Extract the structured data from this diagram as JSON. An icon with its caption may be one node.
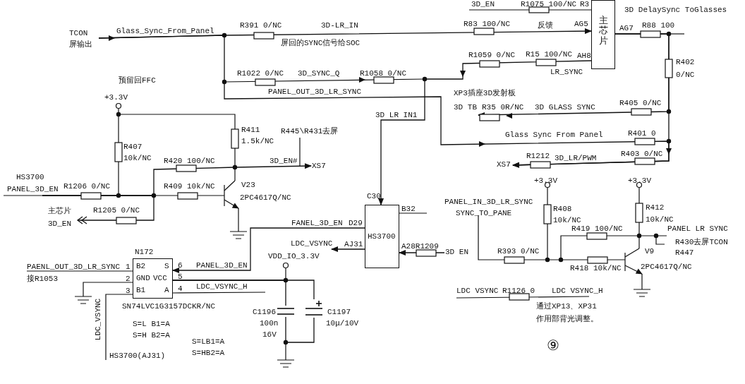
{
  "diagram": {
    "nodes": [
      {
        "text": [
          "主芯片"
        ]
      },
      {
        "text": [
          "TCON",
          "屏输出"
        ]
      },
      {
        "text": [
          "3D TB"
        ]
      },
      {
        "text": [
          "XS7"
        ]
      },
      {
        "text": [
          "XS7"
        ]
      },
      {
        "text": [
          "HS3700",
          "PANEL_3D_EN"
        ]
      },
      {
        "text": [
          "HS3700"
        ]
      },
      {
        "text": [
          "LDC_VSYNC"
        ]
      },
      {
        "text": [
          "3D EN"
        ]
      },
      {
        "text": [
          "N172",
          "B2",
          "GND",
          "B1",
          "S",
          "VCC",
          "A"
        ],
        "beside": [
          "SN74LVC1G3157DCKR/NC"
        ]
      },
      {
        "text": [
          "C1196",
          "100n",
          "16V"
        ]
      },
      {
        "text": [
          "C1197",
          "10μ/10V"
        ]
      },
      {
        "text": [
          "主芯片",
          "3D_EN"
        ]
      }
    ],
    "edges": [
      {
        "from": 1,
        "to": 0,
        "arrow": "to"
      },
      {
        "from": 0,
        "to": 6,
        "arrow": "to"
      },
      {
        "from": 6,
        "to": 9,
        "arrow": "to"
      },
      {
        "from": 6,
        "to": 7,
        "arrow": "to"
      },
      {
        "from": 8,
        "to": 6,
        "arrow": "to"
      },
      {
        "from": 5,
        "to": 3,
        "arrow": "to"
      },
      {
        "from": 1,
        "to": 4,
        "arrow": "to"
      },
      {
        "from": 0,
        "to": 4,
        "arrow": "to"
      },
      {
        "from": 0,
        "to": 2,
        "arrow": "to"
      },
      {
        "from": 9,
        "to": 10,
        "arrow": "none"
      },
      {
        "from": 9,
        "to": 11,
        "arrow": "none"
      },
      {
        "from": 10,
        "to": 11,
        "arrow": "none"
      },
      {
        "from": 5,
        "to": 12,
        "arrow": "to"
      }
    ],
    "labels": [
      "3D_EN",
      "R1075 100/NC",
      "R3",
      "3D DelaySync ToGlasses",
      "Glass_Sync_From_Panel",
      "R391 0/NC",
      "3D-LR_IN",
      "R83 100/NC",
      "反馈",
      "AG5",
      "AG7",
      "R88 100",
      "屏回的SYNC信号给SOC",
      "R1059 0/NC",
      "R15 100/NC",
      "AH8",
      "R402",
      "R1022 0/NC",
      "3D_SYNC_Q",
      "R1058 0/NC",
      "LR_SYNC",
      "0/NC",
      "预留回FFC",
      "PANEL_OUT_3D_LR_SYNC",
      "XP3插座3D发射板",
      "+3.3V",
      "R405 0/NC",
      "R35 0R/NC",
      "3D GLASS SYNC",
      "3D LR IN1",
      "R411",
      "R445\\R431去屏",
      "R401 0",
      "Glass Sync From Panel",
      "1.5k/NC",
      "R407",
      "10k/NC",
      "R1212",
      "3D_LR/PWM",
      "R403 0/NC",
      "R420 100/NC",
      "3D_EN#",
      "R1206 0/NC",
      "R409 10k/NC",
      "V23",
      "+3.3V",
      "+3.3V",
      "C30",
      "2PC4617Q/NC",
      "PANEL_IN_3D_LR_SYNC",
      "R408",
      "R412",
      "R1205 0/NC",
      "B32",
      "SYNC_TO_PANE",
      "10k/NC",
      "10k/NC",
      "FANEL_3D_EN",
      "D29",
      "R419 100/NC",
      "PANEL LR SYNC",
      "AJ31",
      "A28R1209",
      "R430去屏TCON",
      "VDD_IO_3.3V",
      "R393 0/NC",
      "V9",
      "R447",
      "PAENL_OUT_3D_LR_SYNC",
      "1",
      "6",
      "PANEL_3D_EN",
      "R418 10k/NC",
      "2PC4617Q/NC",
      "接R1053",
      "2",
      "5",
      "3",
      "4",
      "LDC_VSYNC_H",
      "LDC VSYNC",
      "R1126 0",
      "LDC VSYNC_H",
      "通过XP13、XP31",
      "作用部背光调整。",
      "S=L  B1=A",
      "S=H  B2=A",
      "LDC_VSYNC",
      "S=LB1=A",
      "S=HB2=A",
      "HS3700(AJ31)",
      "⑨"
    ]
  }
}
